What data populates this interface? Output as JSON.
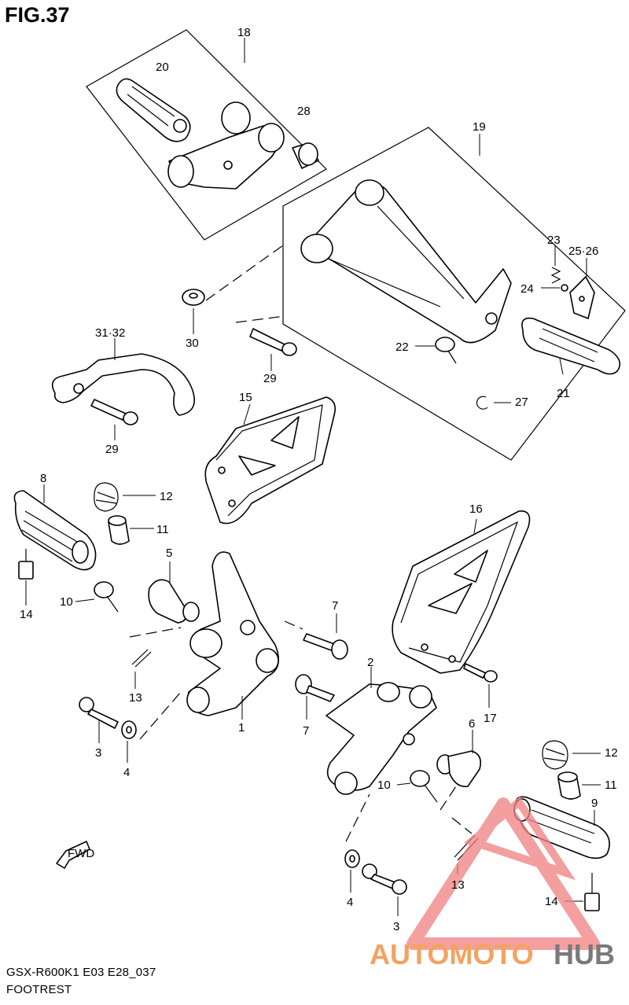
{
  "figure": {
    "title": "FIG.37"
  },
  "footer": {
    "model_code": "GSX-R600K1 E03 E28_037",
    "section_name": "FOOTREST"
  },
  "direction_marker": {
    "label": "FWD"
  },
  "watermark": {
    "word_left": "AUTOMOTO",
    "word_right": "HUB",
    "color_left": "#f4a261",
    "color_right": "#7a7a7a",
    "logo_color": "#f08080"
  },
  "callouts": {
    "c18": "18",
    "c20": "20",
    "c28": "28",
    "c19": "19",
    "c23": "23",
    "c25_26": "25·26",
    "c24": "24",
    "c30": "30",
    "c22": "22",
    "c29a": "29",
    "c29b": "29",
    "c21": "21",
    "c27": "27",
    "c31_32": "31·32",
    "c15": "15",
    "c16": "16",
    "c8": "8",
    "c12a": "12",
    "c11a": "11",
    "c14a": "14",
    "c5": "5",
    "c10a": "10",
    "c7a": "7",
    "c13a": "13",
    "c1": "1",
    "c3a": "3",
    "c4a": "4",
    "c2": "2",
    "c17": "17",
    "c7b": "7",
    "c6": "6",
    "c12b": "12",
    "c11b": "11",
    "c10b": "10",
    "c9": "9",
    "c13b": "13",
    "c4b": "4",
    "c3b": "3",
    "c14b": "14"
  }
}
